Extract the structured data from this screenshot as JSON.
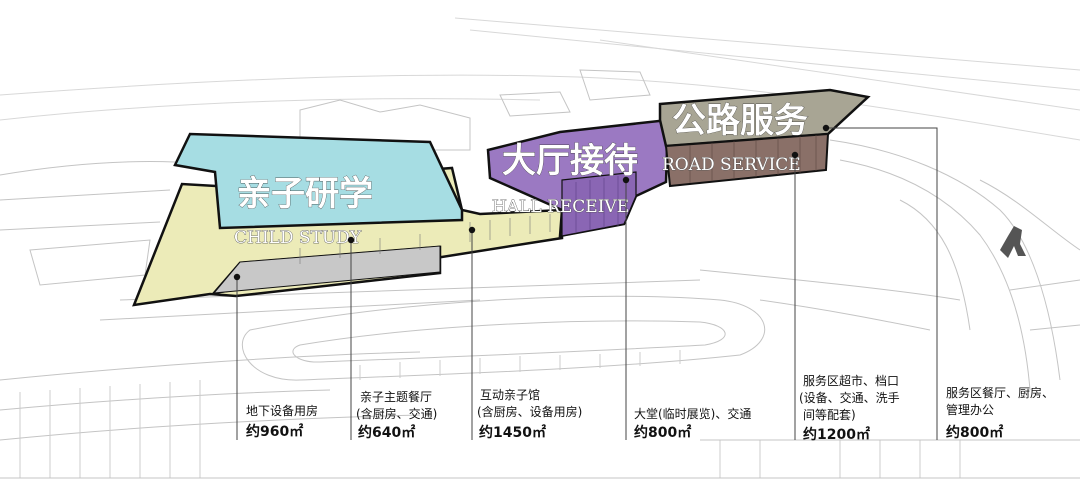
{
  "zones": {
    "child": {
      "label_cn": "亲子研学",
      "label_en": "CHILD STUDY"
    },
    "hall": {
      "label_cn": "大厅接待",
      "label_en": "HALL RECEIVE"
    },
    "road": {
      "label_cn": "公路服务",
      "label_en": "ROAD SERVICE"
    }
  },
  "callouts": [
    {
      "line1": "地下设备用房",
      "line2": "",
      "line3": "",
      "area": "约960㎡"
    },
    {
      "line1": "亲子主题餐厅",
      "line2": "(含厨房、交通)",
      "line3": "",
      "area": "约640㎡"
    },
    {
      "line1": "互动亲子馆",
      "line2": "(含厨房、设备用房)",
      "line3": "",
      "area": "约1450㎡"
    },
    {
      "line1": "大堂(临时展览)、交通",
      "line2": "",
      "line3": "",
      "area": "约800㎡"
    },
    {
      "line1": "服务区超市、档口",
      "line2": "(设备、交通、洗手",
      "line3": "间等配套)",
      "area": "约1200㎡"
    },
    {
      "line1": "服务区餐厅、厨房、",
      "line2": "管理办公",
      "line3": "",
      "area": "约800㎡"
    }
  ],
  "colors": {
    "child_top": "#a6dde3",
    "child_body": "#ecebb8",
    "basement": "#c8c8c8",
    "hall": "#9b79c2",
    "hall_front": "#8a66b4",
    "road_top": "#a8a594",
    "road_front": "#8a7068"
  }
}
